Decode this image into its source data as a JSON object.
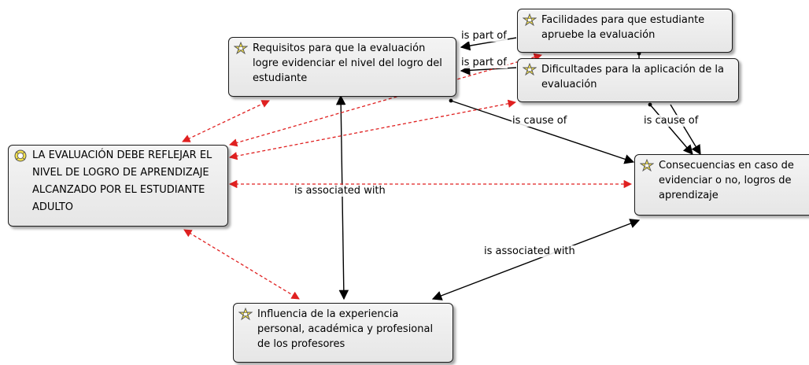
{
  "nodes": {
    "requisitos": "Requisitos para que la evaluación logre evidenciar el nivel del logro del estudiante",
    "facilidades": "Facilidades para que estudiante apruebe la evaluación",
    "dificultades": "Dificultades para la aplicación de la evaluación",
    "evaluacion": "LA EVALUACIÓN DEBE REFLEJAR EL NIVEL DE LOGRO DE APRENDIZAJE ALCANZADO POR EL ESTUDIANTE ADULTO",
    "consecuencias": "Consecuencias en caso de evidenciar o no, logros de aprendizaje",
    "influencia": "Influencia de la experiencia personal, académica y profesional de los profesores"
  },
  "edges": {
    "part_of_1": "is part of",
    "part_of_2": "is part of",
    "cause_1": "is cause of",
    "cause_2": "is cause of",
    "assoc_1": "is associated with",
    "assoc_2": "is associated with"
  },
  "icons": {
    "quotation": "quotation-star-icon",
    "memo": "memo-icon"
  },
  "colors": {
    "relation_solid": "#000000",
    "relation_dashed": "#e02020",
    "node_bg": "#eeeeee",
    "icon_fill": "#f3e04a"
  }
}
